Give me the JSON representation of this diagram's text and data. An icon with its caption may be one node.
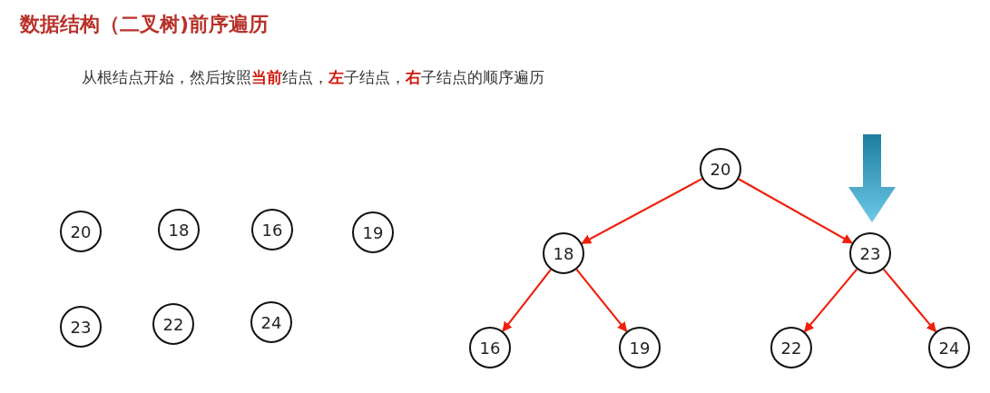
{
  "diagram": {
    "title": "数据结构（二叉树)前序遍历",
    "labels": [
      "从根结点开始，然后按照**当前**结点，**左**子结点，**右**子结点的顺序遍历"
    ],
    "nodes": [
      {
        "text": [
          "20"
        ]
      },
      {
        "text": [
          "18"
        ]
      },
      {
        "text": [
          "16"
        ]
      },
      {
        "text": [
          "19"
        ]
      },
      {
        "text": [
          "23"
        ]
      },
      {
        "text": [
          "22"
        ]
      },
      {
        "text": [
          "24"
        ]
      },
      {
        "text": [
          "20"
        ]
      },
      {
        "text": [
          "18"
        ]
      },
      {
        "text": [
          "23"
        ]
      },
      {
        "text": [
          "16"
        ]
      },
      {
        "text": [
          "19"
        ]
      },
      {
        "text": [
          "22"
        ]
      },
      {
        "text": [
          "24"
        ]
      }
    ],
    "edges": [
      {
        "from": 7,
        "to": 8,
        "arrow": "to"
      },
      {
        "from": 7,
        "to": 9,
        "arrow": "to"
      },
      {
        "from": 8,
        "to": 10,
        "arrow": "to"
      },
      {
        "from": 8,
        "to": 11,
        "arrow": "to"
      },
      {
        "from": 9,
        "to": 12,
        "arrow": "to"
      },
      {
        "from": 9,
        "to": 13,
        "arrow": "to"
      }
    ]
  }
}
